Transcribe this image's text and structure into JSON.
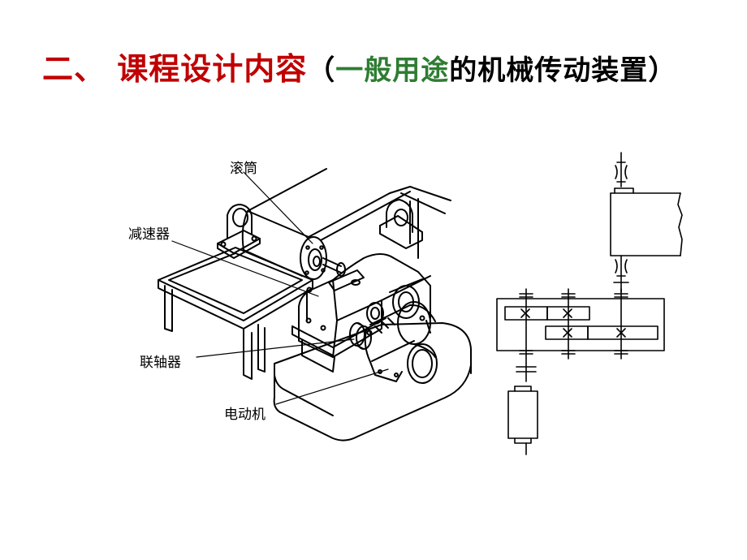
{
  "title": {
    "main": "二、 课程设计内容",
    "open_paren": "（",
    "green_part": "一般用途",
    "black_part": "的机械传动装置",
    "close_paren": "）"
  },
  "labels": {
    "drum": "滚筒",
    "reducer": "减速器",
    "coupling": "联轴器",
    "motor": "电动机"
  },
  "colors": {
    "title_red": "#c00000",
    "title_green": "#2e7d32",
    "line": "#000000"
  }
}
